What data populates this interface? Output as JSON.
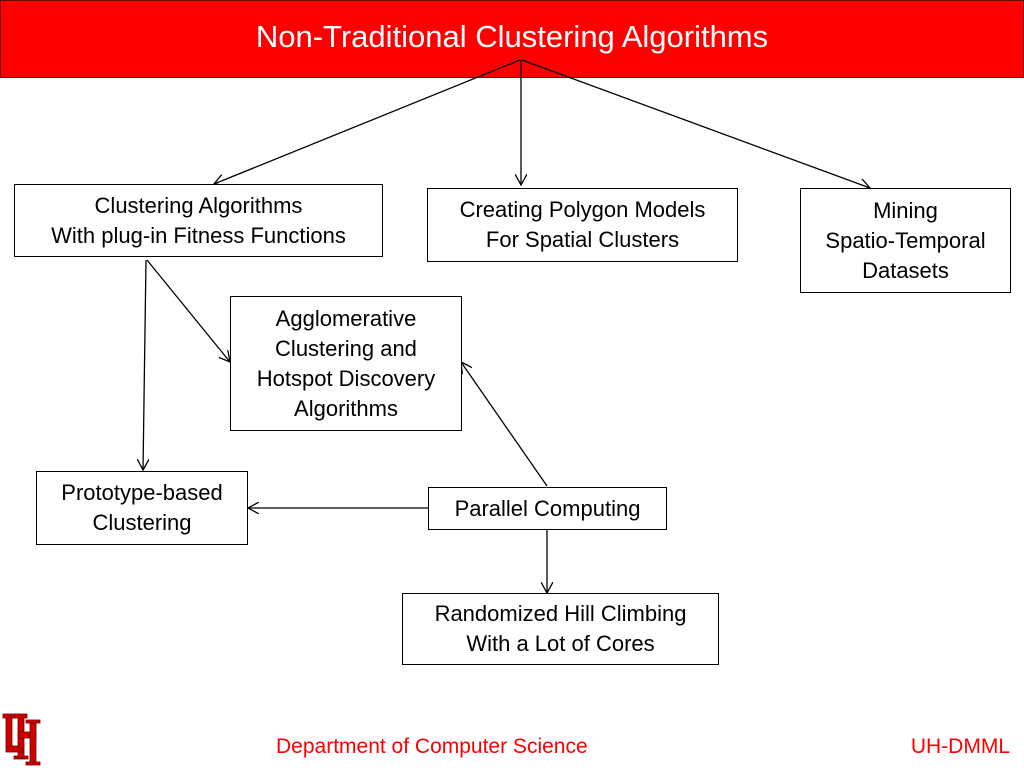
{
  "title": "Non-Traditional Clustering Algorithms",
  "nodes": {
    "fitness": "Clustering Algorithms\nWith plug-in Fitness Functions",
    "polygon": "Creating Polygon Models\nFor Spatial Clusters",
    "spatio": "Mining\nSpatio-Temporal\nDatasets",
    "agglo": "Agglomerative\nClustering and\nHotspot Discovery\nAlgorithms",
    "prototype": "Prototype-based\nClustering",
    "parallel": "Parallel Computing",
    "hill": "Randomized Hill Climbing\nWith a Lot of Cores"
  },
  "edges": [
    {
      "from": "title",
      "to": "fitness"
    },
    {
      "from": "title",
      "to": "polygon"
    },
    {
      "from": "title",
      "to": "spatio"
    },
    {
      "from": "fitness",
      "to": "agglo"
    },
    {
      "from": "fitness",
      "to": "prototype"
    },
    {
      "from": "parallel",
      "to": "agglo"
    },
    {
      "from": "parallel",
      "to": "prototype"
    },
    {
      "from": "parallel",
      "to": "hill"
    }
  ],
  "footer": {
    "department": "Department of Computer Science",
    "lab": "UH-DMML"
  },
  "logo": {
    "text": "UH",
    "color": "#cc0000"
  },
  "colors": {
    "accent": "#ff0000",
    "title_text": "#ffffff"
  }
}
